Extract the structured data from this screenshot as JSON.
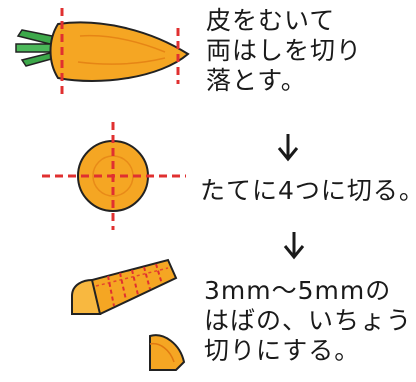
{
  "steps": [
    {
      "lines": [
        "皮をむいて",
        "両はしを切り",
        "落とす。"
      ]
    },
    {
      "lines": [
        "たてに4つに切る。"
      ]
    },
    {
      "lines": [
        "3mm〜5mmの",
        "はばの、いちょう",
        "切りにする。"
      ]
    }
  ],
  "arrow_glyph": "↓",
  "colors": {
    "carrot_orange": "#f5a623",
    "carrot_dark": "#e07810",
    "leaf_green": "#3da84a",
    "cut_line_red": "#e03030",
    "outline": "#222222"
  }
}
